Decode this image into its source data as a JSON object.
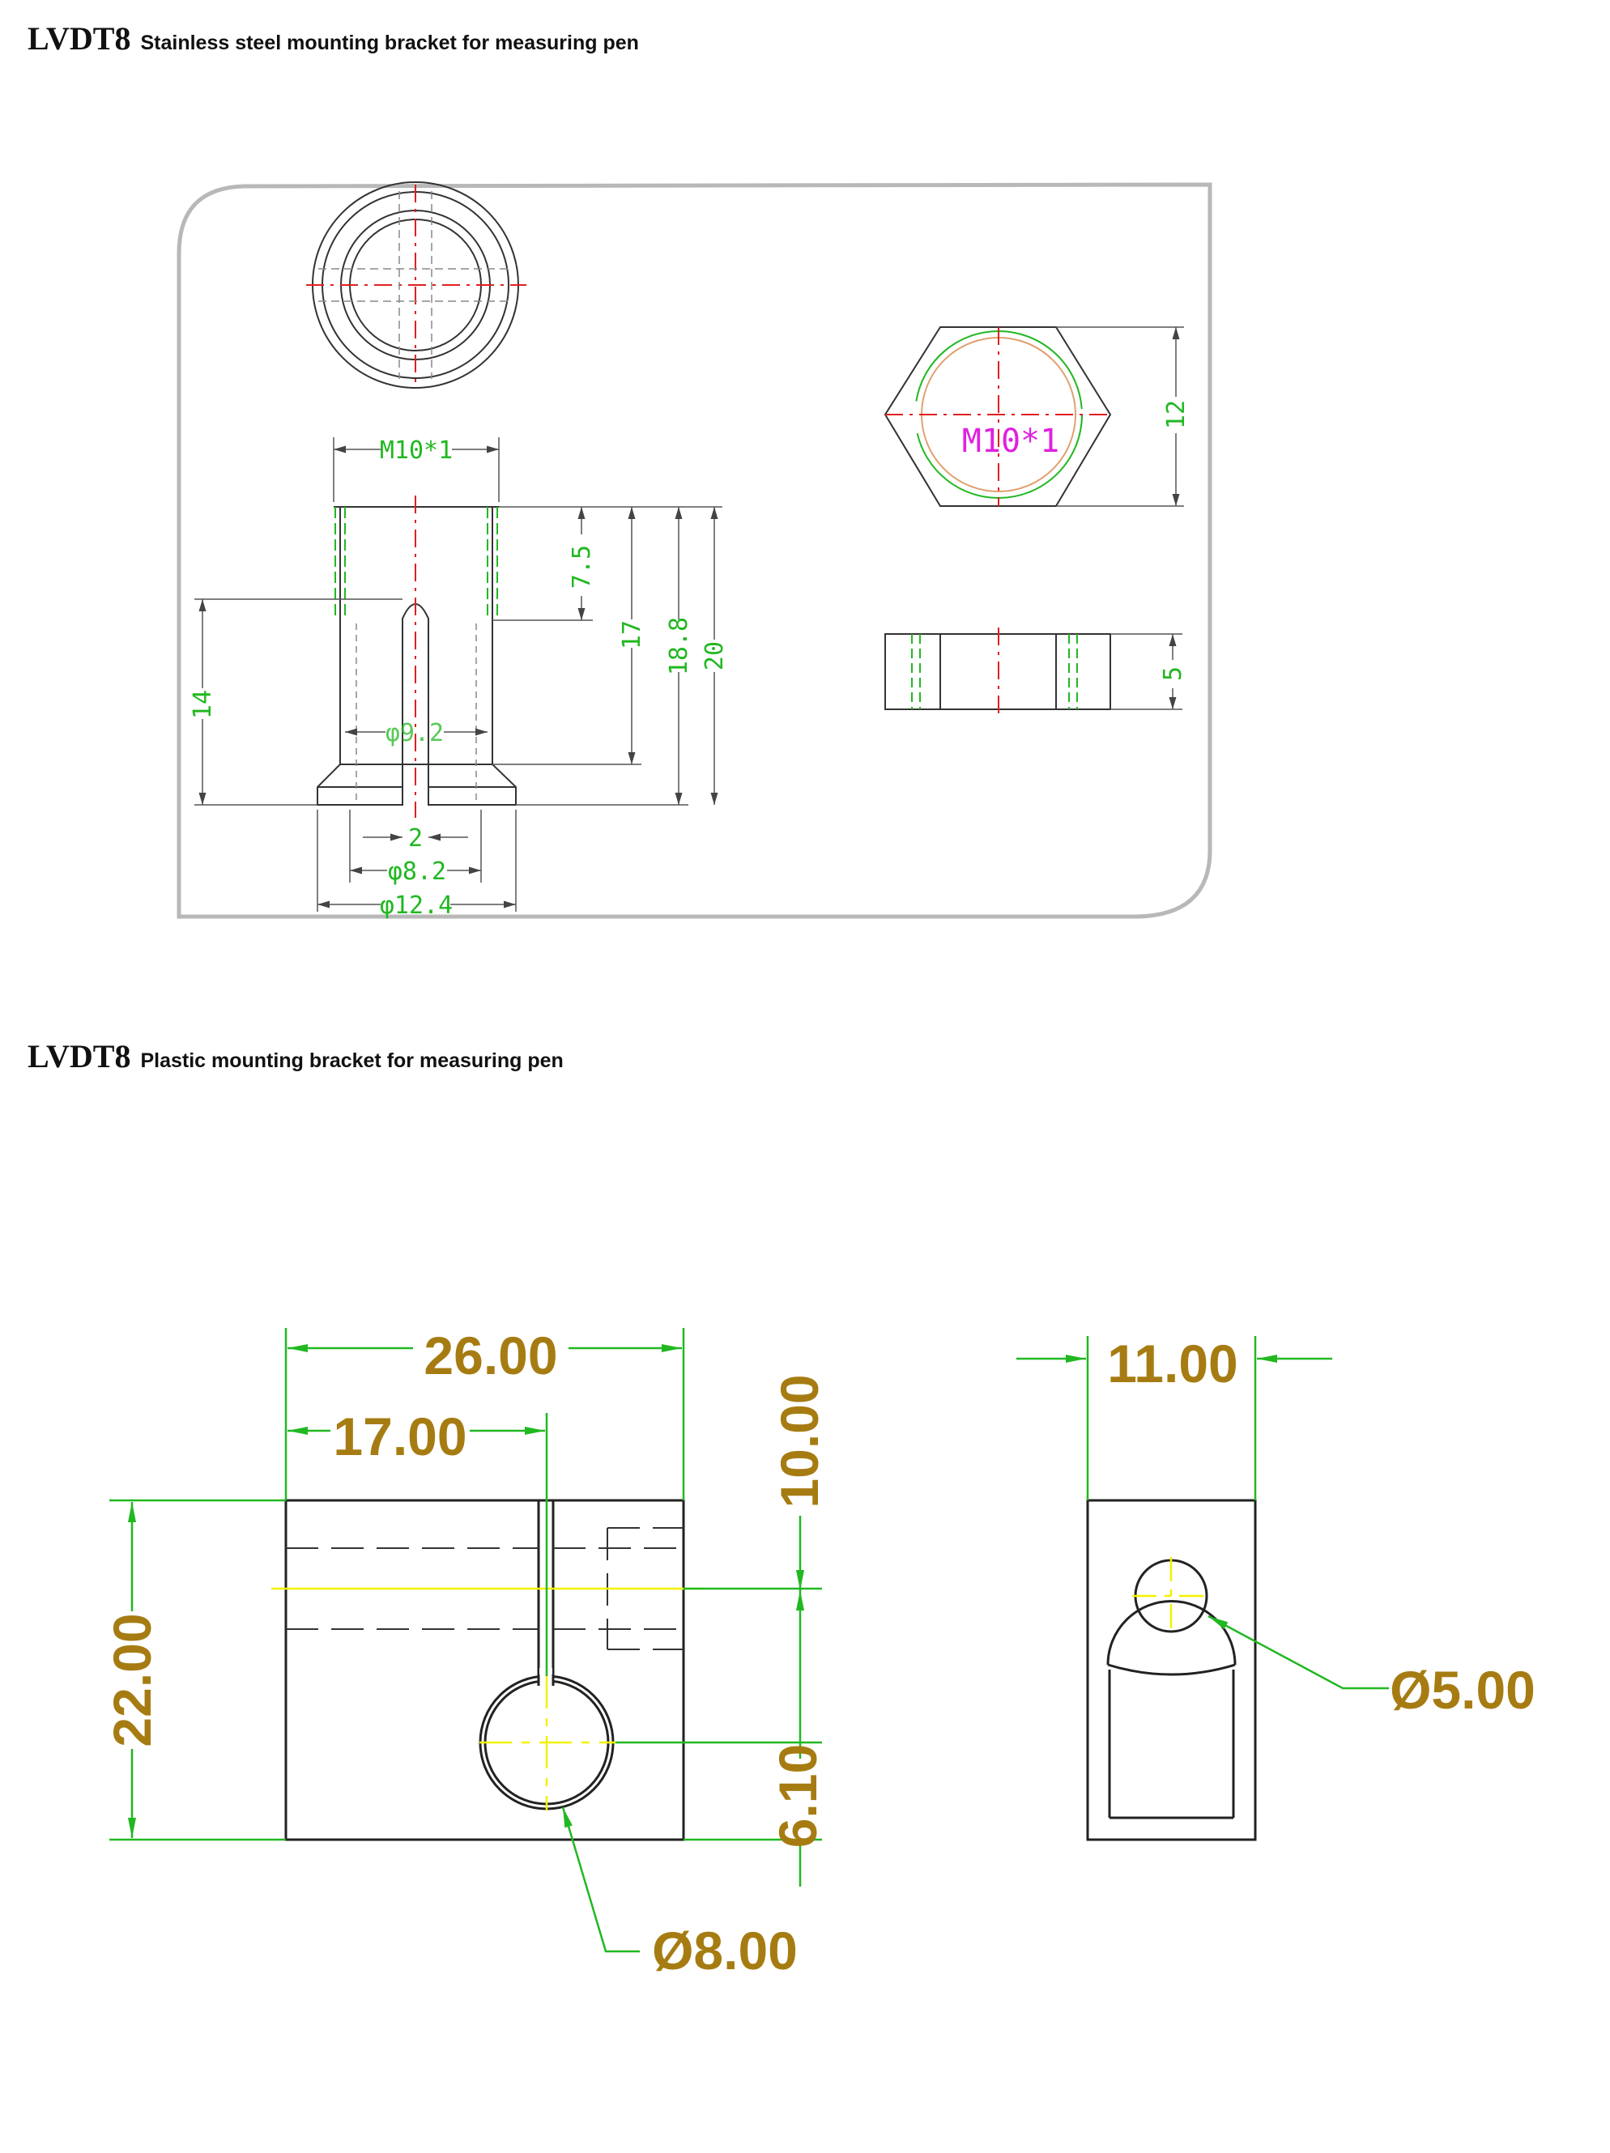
{
  "sections": [
    {
      "model": "LVDT8",
      "description": "Stainless steel mounting bracket for measuring pen",
      "dimensions": {
        "thread_top": "M10*1",
        "thread_nut": "M10*1",
        "depth_thread": "7.5",
        "depth_slot": "17",
        "height_body": "18.8",
        "height_total": "20",
        "height_left": "14",
        "dia_inner": "φ9.2",
        "slot_width": "2",
        "dia_bottom": "φ8.2",
        "dia_flange": "φ12.4",
        "nut_width": "12",
        "nut_thickness": "5"
      }
    },
    {
      "model": "LVDT8",
      "description": "Plastic mounting bracket for measuring pen",
      "dimensions": {
        "width": "26.00",
        "hole_offset": "17.00",
        "screw_height": "10.00",
        "height": "22.00",
        "hole_height": "6.10",
        "hole_dia": "Ø8.00",
        "side_width": "11.00",
        "side_hole_dia": "Ø5.00"
      }
    }
  ],
  "colors": {
    "outline": "#222222",
    "dimension_green": "#21b821",
    "center_red": "#e02020",
    "thread_magenta": "#e020e0",
    "dimension_gold": "#a67c12",
    "centerline_yellow": "#f2f200"
  }
}
